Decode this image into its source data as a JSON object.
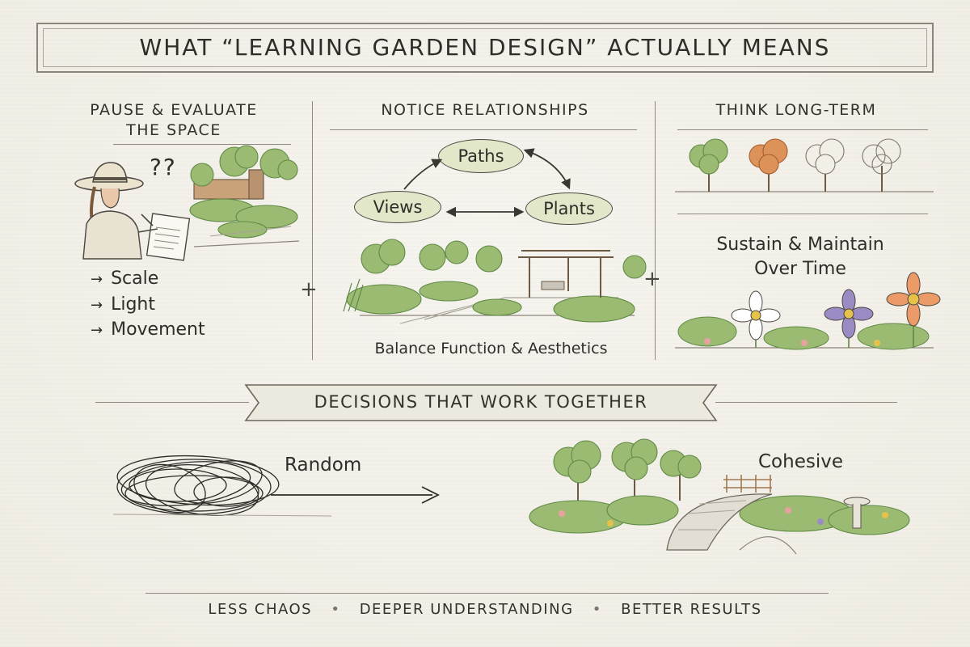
{
  "title": "WHAT “LEARNING GARDEN DESIGN” ACTUALLY MEANS",
  "column1": {
    "heading_line1": "PAUSE & EVALUATE",
    "heading_line2": "THE SPACE",
    "question_marks": "??",
    "items": [
      "Scale",
      "Light",
      "Movement"
    ]
  },
  "column2": {
    "heading": "NOTICE RELATIONSHIPS",
    "nodes": {
      "paths": "Paths",
      "views": "Views",
      "plants": "Plants"
    },
    "caption": "Balance Function & Aesthetics"
  },
  "column3": {
    "heading": "THINK LONG-TERM",
    "caption_line1": "Sustain & Maintain",
    "caption_line2": "Over Time"
  },
  "banner": "DECISIONS THAT WORK TOGETHER",
  "contrast": {
    "left_label": "Random",
    "right_label": "Cohesive"
  },
  "footer": {
    "items": [
      "LESS CHAOS",
      "DEEPER UNDERSTANDING",
      "BETTER RESULTS"
    ],
    "separator": "•"
  },
  "colors": {
    "ink": "#2f2d29",
    "leaf_green": "#8fb06a",
    "leaf_dark": "#5f8a45",
    "autumn": "#d98a4a",
    "node_fill": "#e3e7c9",
    "hat": "#ece3cf",
    "pink": "#e7a2a0",
    "purple": "#9b8bc4",
    "orange_flower": "#eb9a68"
  }
}
